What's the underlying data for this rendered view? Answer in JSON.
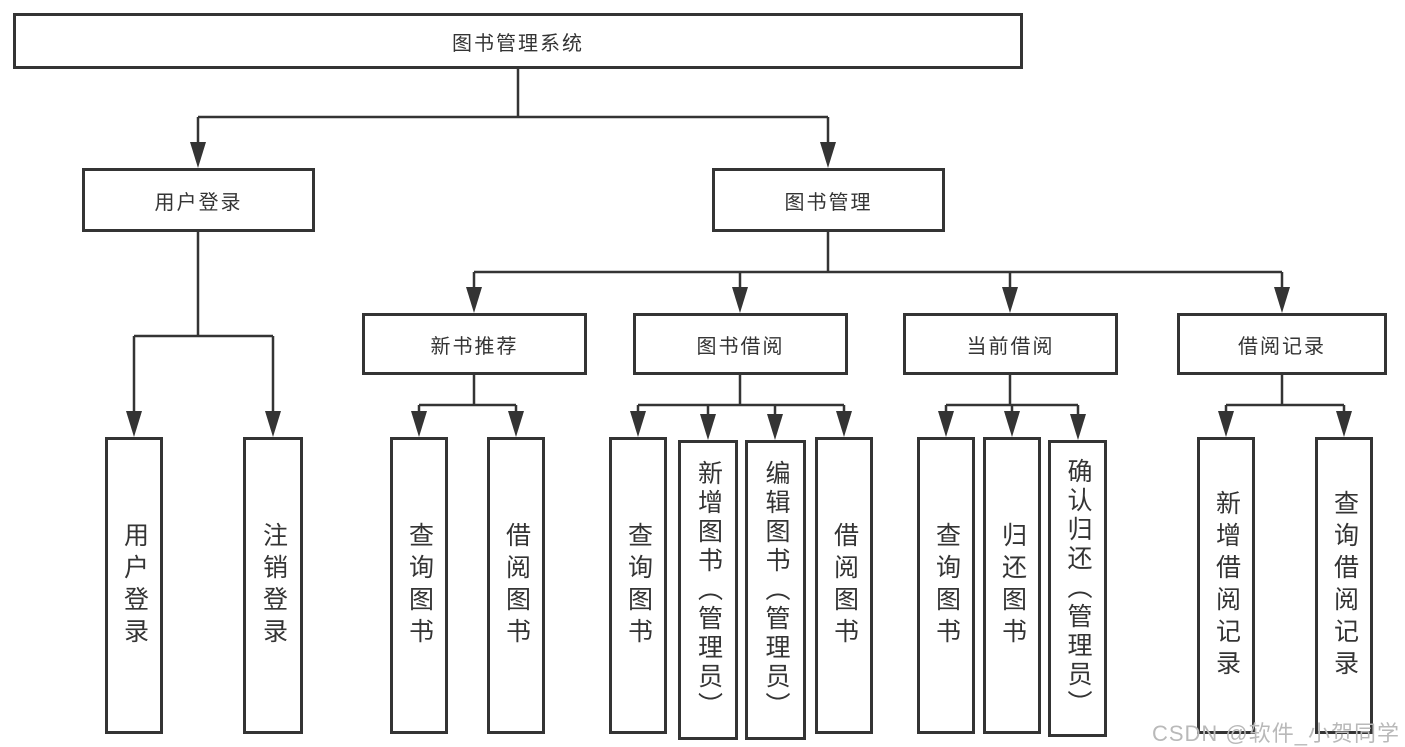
{
  "diagram": {
    "root": {
      "label": "图书管理系统"
    },
    "level2": {
      "user_login": {
        "label": "用户登录"
      },
      "book_management": {
        "label": "图书管理"
      }
    },
    "level3": {
      "new_book_recommend": {
        "label": "新书推荐"
      },
      "book_borrow": {
        "label": "图书借阅"
      },
      "current_borrow": {
        "label": "当前借阅"
      },
      "borrow_records": {
        "label": "借阅记录"
      }
    },
    "leaves": {
      "user_login_leaf": {
        "label": "用户登录",
        "parent": "用户登录"
      },
      "logout": {
        "label": "注销登录",
        "parent": "用户登录"
      },
      "query_books_recommend": {
        "label": "查询图书",
        "parent": "新书推荐"
      },
      "borrow_books_recommend": {
        "label": "借阅图书",
        "parent": "新书推荐"
      },
      "query_books_borrow": {
        "label": "查询图书",
        "parent": "图书借阅"
      },
      "add_books_admin": {
        "label": "新增图书（管理员）",
        "parent": "图书借阅"
      },
      "edit_books_admin": {
        "label": "编辑图书（管理员）",
        "parent": "图书借阅"
      },
      "borrow_books": {
        "label": "借阅图书",
        "parent": "图书借阅"
      },
      "query_books_current": {
        "label": "查询图书",
        "parent": "当前借阅"
      },
      "return_books": {
        "label": "归还图书",
        "parent": "当前借阅"
      },
      "confirm_return_admin": {
        "label": "确认归还（管理员）",
        "parent": "当前借阅"
      },
      "add_borrow_record": {
        "label": "新增借阅记录",
        "parent": "借阅记录"
      },
      "query_borrow_record": {
        "label": "查询借阅记录",
        "parent": "借阅记录"
      }
    }
  },
  "colors": {
    "line": "#343434",
    "box_border": "#343434",
    "text": "#343434",
    "watermark": "#b9b9b9"
  },
  "watermark": {
    "text": "CSDN @软件_小贺同学"
  }
}
